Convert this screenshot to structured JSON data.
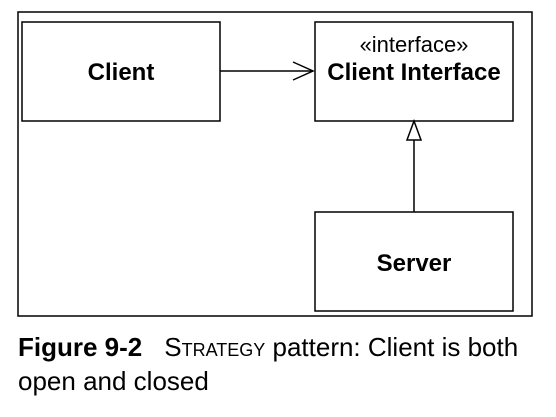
{
  "diagram": {
    "nodes": {
      "client": {
        "label": "Client"
      },
      "client_interface": {
        "stereotype": "«interface»",
        "label": "Client Interface"
      },
      "server": {
        "label": "Server"
      }
    },
    "edges": [
      {
        "from": "client",
        "to": "client_interface",
        "kind": "association"
      },
      {
        "from": "server",
        "to": "client_interface",
        "kind": "realization"
      }
    ]
  },
  "caption": {
    "figure_label": "Figure 9-2",
    "pattern_name": "Strategy",
    "text": " pattern: Client is both open and closed"
  }
}
